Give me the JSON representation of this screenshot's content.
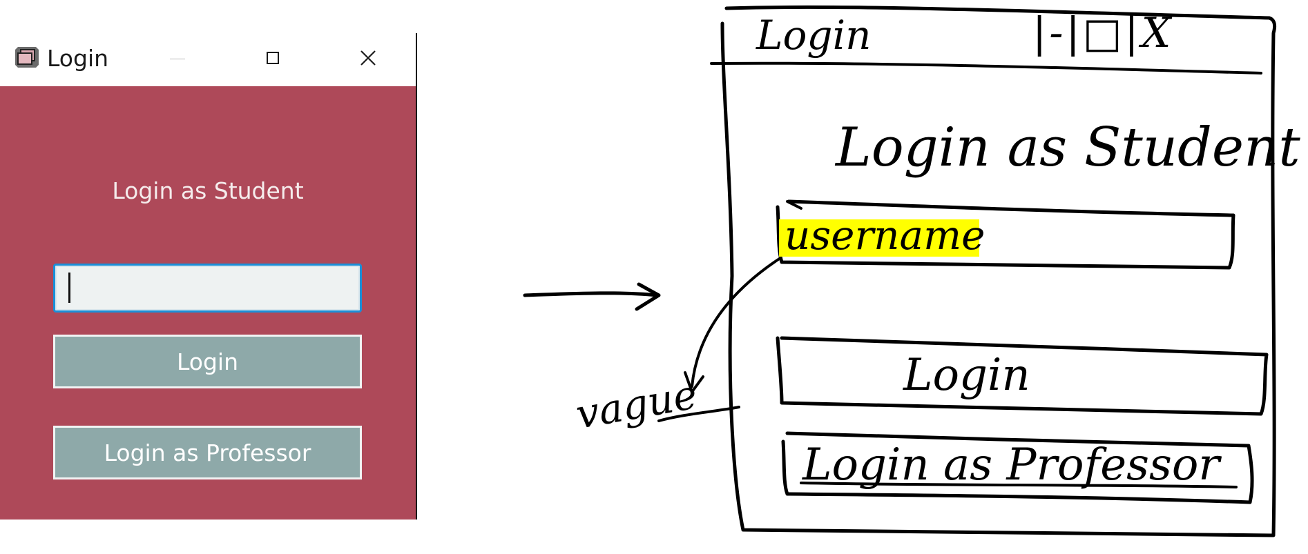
{
  "window": {
    "title": "Login",
    "icon": "app-window-icon",
    "controls": [
      "minimize-icon",
      "maximize-icon",
      "close-icon"
    ],
    "close_glyph": "✕",
    "background_color": "#ae4959",
    "button_color": "#8ea9a9"
  },
  "form": {
    "heading": "Login as Student",
    "username_value": "",
    "login_label": "Login",
    "professor_label": "Login as Professor"
  },
  "sketch": {
    "title": "Login",
    "caption_controls": "|-|□|X",
    "heading": "Login as Student",
    "username_placeholder": "username",
    "highlight_color": "#ffff00",
    "login_label": "Login",
    "professor_label": "Login as Professor",
    "annotation": "vague"
  }
}
